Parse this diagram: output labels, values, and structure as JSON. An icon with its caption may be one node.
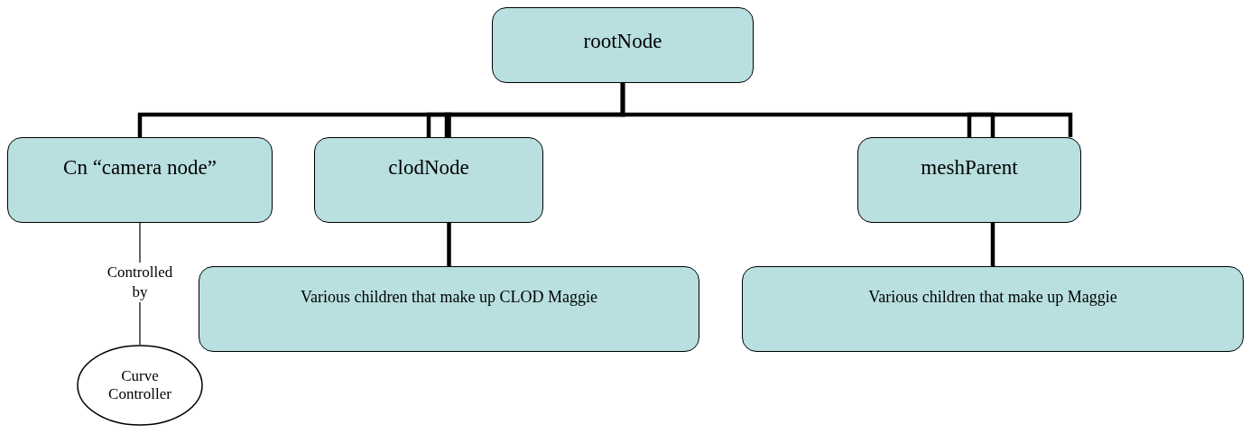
{
  "diagram": {
    "nodes": [
      {
        "text": [
          "rootNode"
        ]
      },
      {
        "text": [
          "Cn “camera node”"
        ]
      },
      {
        "text": [
          "clodNode"
        ]
      },
      {
        "text": [
          "meshParent"
        ]
      },
      {
        "text": [
          "Various children that make up CLOD Maggie"
        ]
      },
      {
        "text": [
          "Various children that make up Maggie"
        ]
      },
      {
        "text": [
          "Curve Controller"
        ]
      }
    ],
    "edges": [
      {
        "from": 0,
        "to": 1,
        "arrow": "none"
      },
      {
        "from": 0,
        "to": 2,
        "arrow": "none"
      },
      {
        "from": 0,
        "to": 3,
        "arrow": "none"
      },
      {
        "from": 2,
        "to": 4,
        "arrow": "none"
      },
      {
        "from": 3,
        "to": 5,
        "arrow": "none"
      },
      {
        "from": 1,
        "to": 6,
        "arrow": "none",
        "label": "Controlled by"
      }
    ]
  }
}
